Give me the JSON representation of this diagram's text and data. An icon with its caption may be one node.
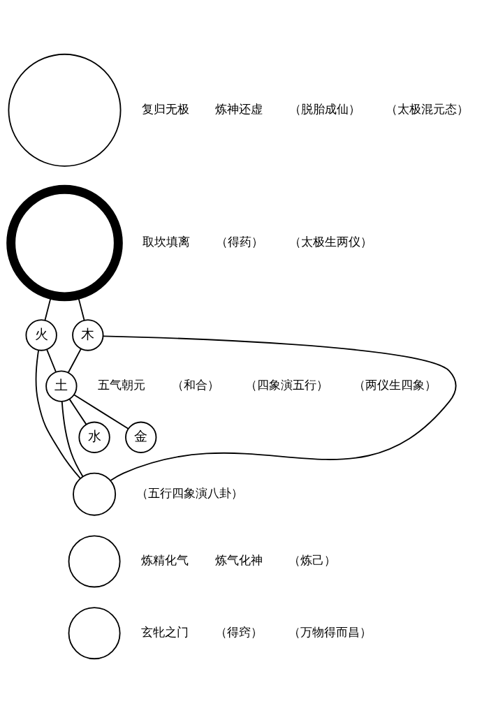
{
  "diagram": {
    "nodes": [
      {
        "text": [],
        "shape": "circle",
        "beside": [
          "复归无极",
          "炼神还虚",
          "（脱胎成仙）",
          "（太极混元态）"
        ]
      },
      {
        "text": [],
        "shape": "circle",
        "beside": [
          "取坎填离",
          "（得药）",
          "（太极生两仪）"
        ]
      },
      {
        "text": [
          "火"
        ]
      },
      {
        "text": [
          "木"
        ]
      },
      {
        "text": [
          "土"
        ],
        "beside": [
          "五气朝元",
          "（和合）",
          "（四象演五行）",
          "（两仪生四象）"
        ]
      },
      {
        "text": [
          "水"
        ]
      },
      {
        "text": [
          "金"
        ]
      },
      {
        "text": [],
        "shape": "circle",
        "beside": [
          "（五行四象演八卦）"
        ]
      },
      {
        "text": [],
        "shape": "circle",
        "beside": [
          "炼精化气",
          "炼气化神",
          "（炼己）"
        ]
      },
      {
        "text": [],
        "shape": "circle",
        "beside": [
          "玄牝之门",
          "（得窍）",
          "（万物得而昌）"
        ]
      }
    ],
    "edges": [
      {
        "from": 1,
        "to": 2,
        "arrow": "none"
      },
      {
        "from": 1,
        "to": 3,
        "arrow": "none"
      },
      {
        "from": 2,
        "to": 4,
        "arrow": "none"
      },
      {
        "from": 3,
        "to": 4,
        "arrow": "none"
      },
      {
        "from": 4,
        "to": 5,
        "arrow": "none"
      },
      {
        "from": 4,
        "to": 6,
        "arrow": "none"
      },
      {
        "from": 2,
        "to": 7,
        "arrow": "none"
      },
      {
        "from": 4,
        "to": 7,
        "arrow": "none"
      },
      {
        "from": 3,
        "to": 7,
        "arrow": "none"
      }
    ]
  }
}
